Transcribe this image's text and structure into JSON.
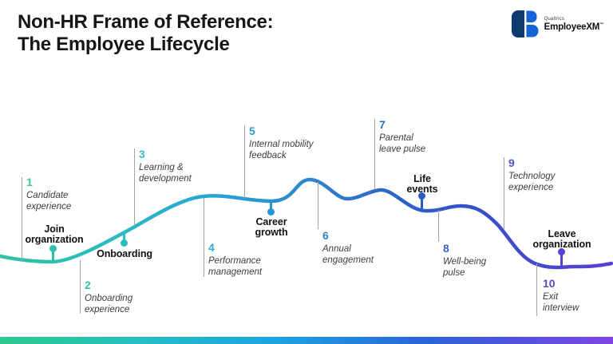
{
  "slide": {
    "title": "Non-HR Frame of Reference:\nThe Employee Lifecycle"
  },
  "logo": {
    "brand": "Qualtrics",
    "product": "EmployeeXM",
    "trademark": "™"
  },
  "colors": {
    "title_text": "#161616",
    "label_text": "#3c3c3c",
    "tick_line": "#a3a3a3",
    "logo_dark": "#0f3a70",
    "logo_blue": "#1464d8",
    "curve_stops": [
      "#2fc3a2",
      "#2abdbd",
      "#27a9d4",
      "#2d87cc",
      "#2d64c8",
      "#3450c8",
      "#5a3fd0"
    ],
    "bar_stops": [
      "#2fca8e",
      "#22c1c1",
      "#1ba3e2",
      "#2b62d9",
      "#7f43e6"
    ]
  },
  "lifecycle": {
    "touchpoints": [
      {
        "num": "1",
        "label": "Candidate\nexperience",
        "color": "#3fbfa9"
      },
      {
        "num": "2",
        "label": "Onboarding\nexperience",
        "color": "#3abfb2"
      },
      {
        "num": "3",
        "label": "Learning &\ndevelopment",
        "color": "#38bcc6"
      },
      {
        "num": "4",
        "label": "Performance\nmanagement",
        "color": "#2fa9cf"
      },
      {
        "num": "5",
        "label": "Internal mobility\nfeedback",
        "color": "#2d9ad2"
      },
      {
        "num": "6",
        "label": "Annual\nengagement",
        "color": "#2e85cc"
      },
      {
        "num": "7",
        "label": "Parental\nleave pulse",
        "color": "#2e6ec4"
      },
      {
        "num": "8",
        "label": "Well-being\npulse",
        "color": "#3a62c8"
      },
      {
        "num": "9",
        "label": "Technology\nexperience",
        "color": "#4e55c4"
      },
      {
        "num": "10",
        "label": "Exit\ninterview",
        "color": "#5a49c0"
      }
    ],
    "stages": [
      {
        "label": "Join\norganization",
        "color": "#2fc0ac"
      },
      {
        "label": "Onboarding",
        "color": "#2bbcbd"
      },
      {
        "label": "Career\ngrowth",
        "color": "#2496d6"
      },
      {
        "label": "Life\nevents",
        "color": "#2e59c9"
      },
      {
        "label": "Leave\norganization",
        "color": "#5a41d0"
      }
    ]
  }
}
